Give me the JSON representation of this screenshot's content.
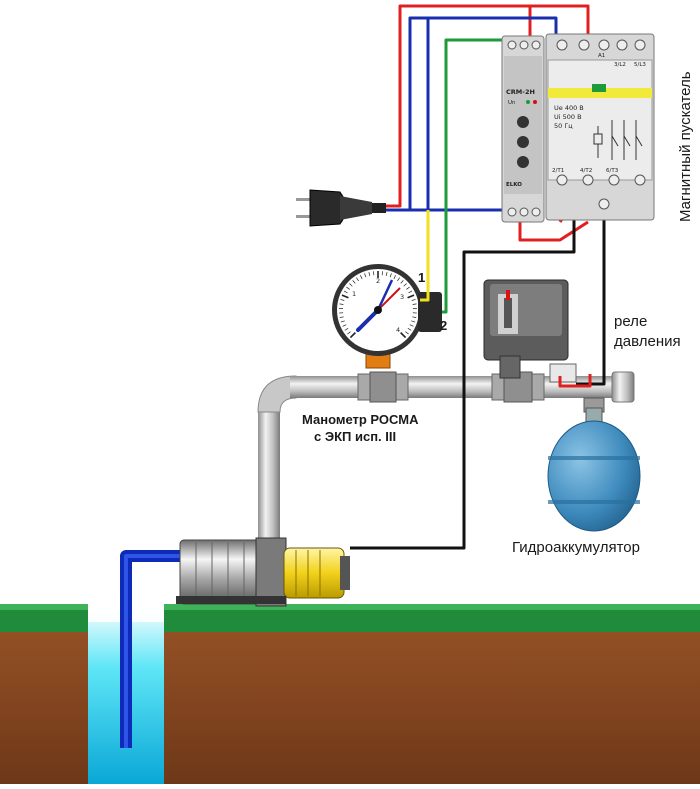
{
  "labels": {
    "magnetic_starter": "Магнитный пускатель",
    "pressure_relay_line1": "реле",
    "pressure_relay_line2": "давления",
    "manometer_line1": "Манометр РОСМА",
    "manometer_line2": "с ЭКП исп. III",
    "accumulator": "Гидроаккумулятор",
    "contact_1": "1",
    "contact_2": "2"
  },
  "relay_module": {
    "model": "CRM-2H",
    "indicator": "Un",
    "brand": "ELKO"
  },
  "contactor_module": {
    "ue": "Ue 400 В",
    "ui": "Ui 500 В",
    "freq": "50 Гц",
    "top_terminals": [
      "A1",
      "3/L2",
      "5/L3"
    ],
    "bottom_terminals": [
      "2/T1",
      "4/T2",
      "6/T3"
    ]
  },
  "gauge": {
    "ticks": [
      "0",
      "1",
      "2",
      "3",
      "4"
    ]
  },
  "colors": {
    "ground_top": "#1f8b3b",
    "ground": "#8a4a22",
    "water": "#19d3f0",
    "pipe": "#c9c9c9",
    "pump": "#f2d11a",
    "tank": "#3e8bbd",
    "wire_red": "#e02020",
    "wire_blue": "#1a2fb0",
    "wire_green": "#1e9a3a",
    "wire_yellow": "#f0e020",
    "wire_black": "#111111"
  }
}
